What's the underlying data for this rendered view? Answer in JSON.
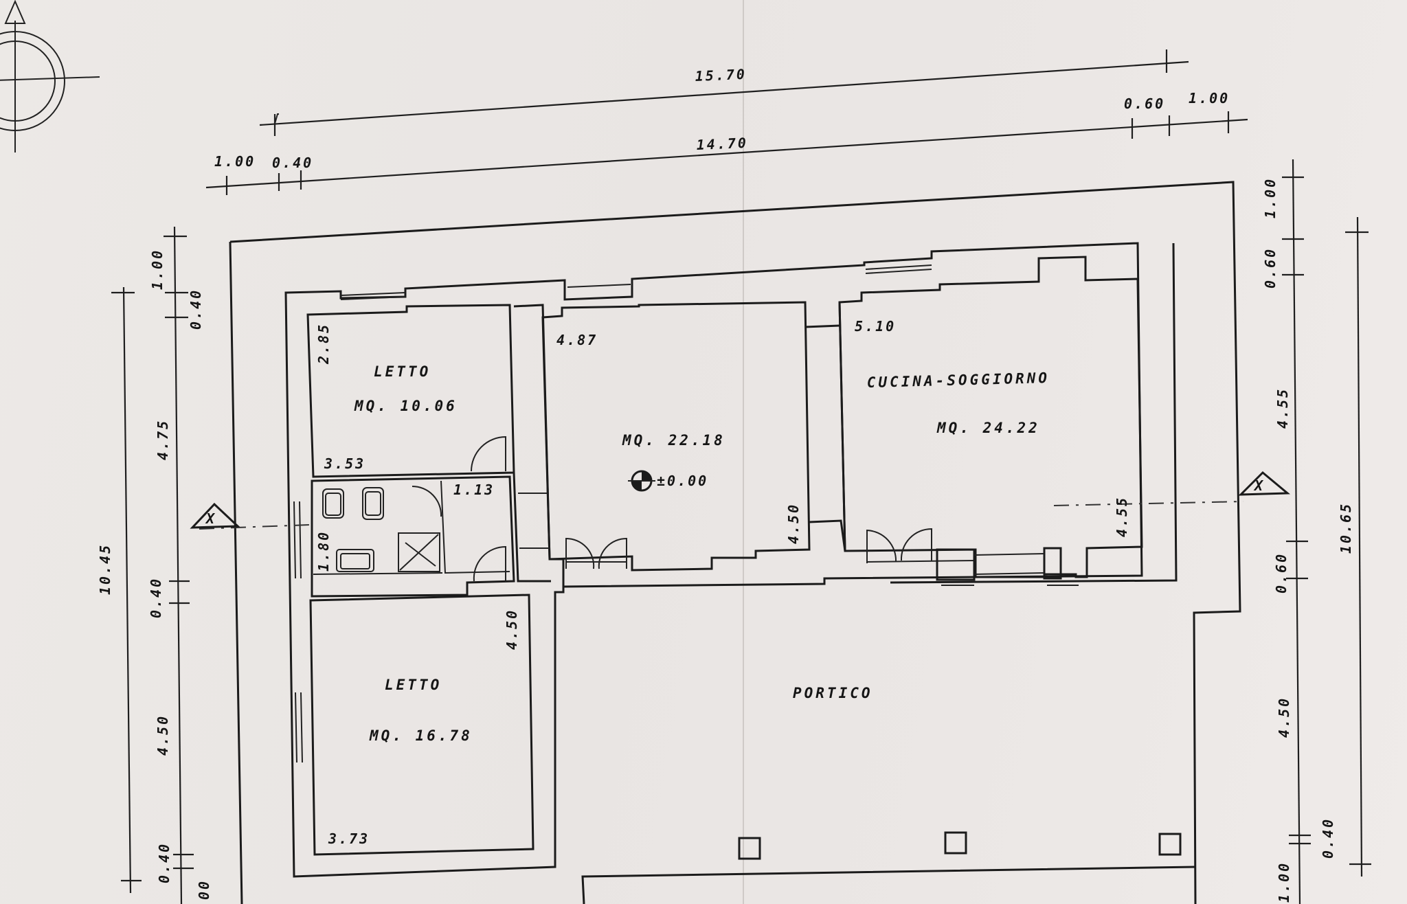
{
  "rooms": {
    "letto_top": {
      "name": "LETTO",
      "area": "MQ. 10.06"
    },
    "letto_bottom": {
      "name": "LETTO",
      "area": "MQ. 16.78"
    },
    "central": {
      "area": "MQ. 22.18"
    },
    "cucina": {
      "name": "CUCINA-SOGGIORNO",
      "area": "MQ. 24.22"
    },
    "portico": {
      "name": "PORTICO"
    }
  },
  "level_marker": "±0.00",
  "dims": {
    "top_total_outer": "15.70",
    "top_total_inner": "14.70",
    "top_left_a": "1.00",
    "top_left_b": "0.40",
    "top_right_a": "0.60",
    "top_right_b": "1.00",
    "left_total": "10.45",
    "left_a": "1.00",
    "left_b": "0.40",
    "left_c": "4.75",
    "left_d": "0.40",
    "left_e": "4.50",
    "left_f": "0.40",
    "left_g": "00",
    "right_total": "10.65",
    "right_a": "1.00",
    "right_b": "0.60",
    "right_c": "4.55",
    "right_d": "0.60",
    "right_e": "4.50",
    "right_f": "0.40",
    "right_g": "1.00",
    "letto_top_h": "2.85",
    "letto_top_w": "3.53",
    "central_w": "4.87",
    "central_h": "4.50",
    "cucina_w": "5.10",
    "cucina_h": "4.55",
    "bath_w": "1.13",
    "bath_h": "1.80",
    "letto_bottom_h": "4.50",
    "letto_bottom_w": "3.73"
  },
  "section_marker": "X"
}
